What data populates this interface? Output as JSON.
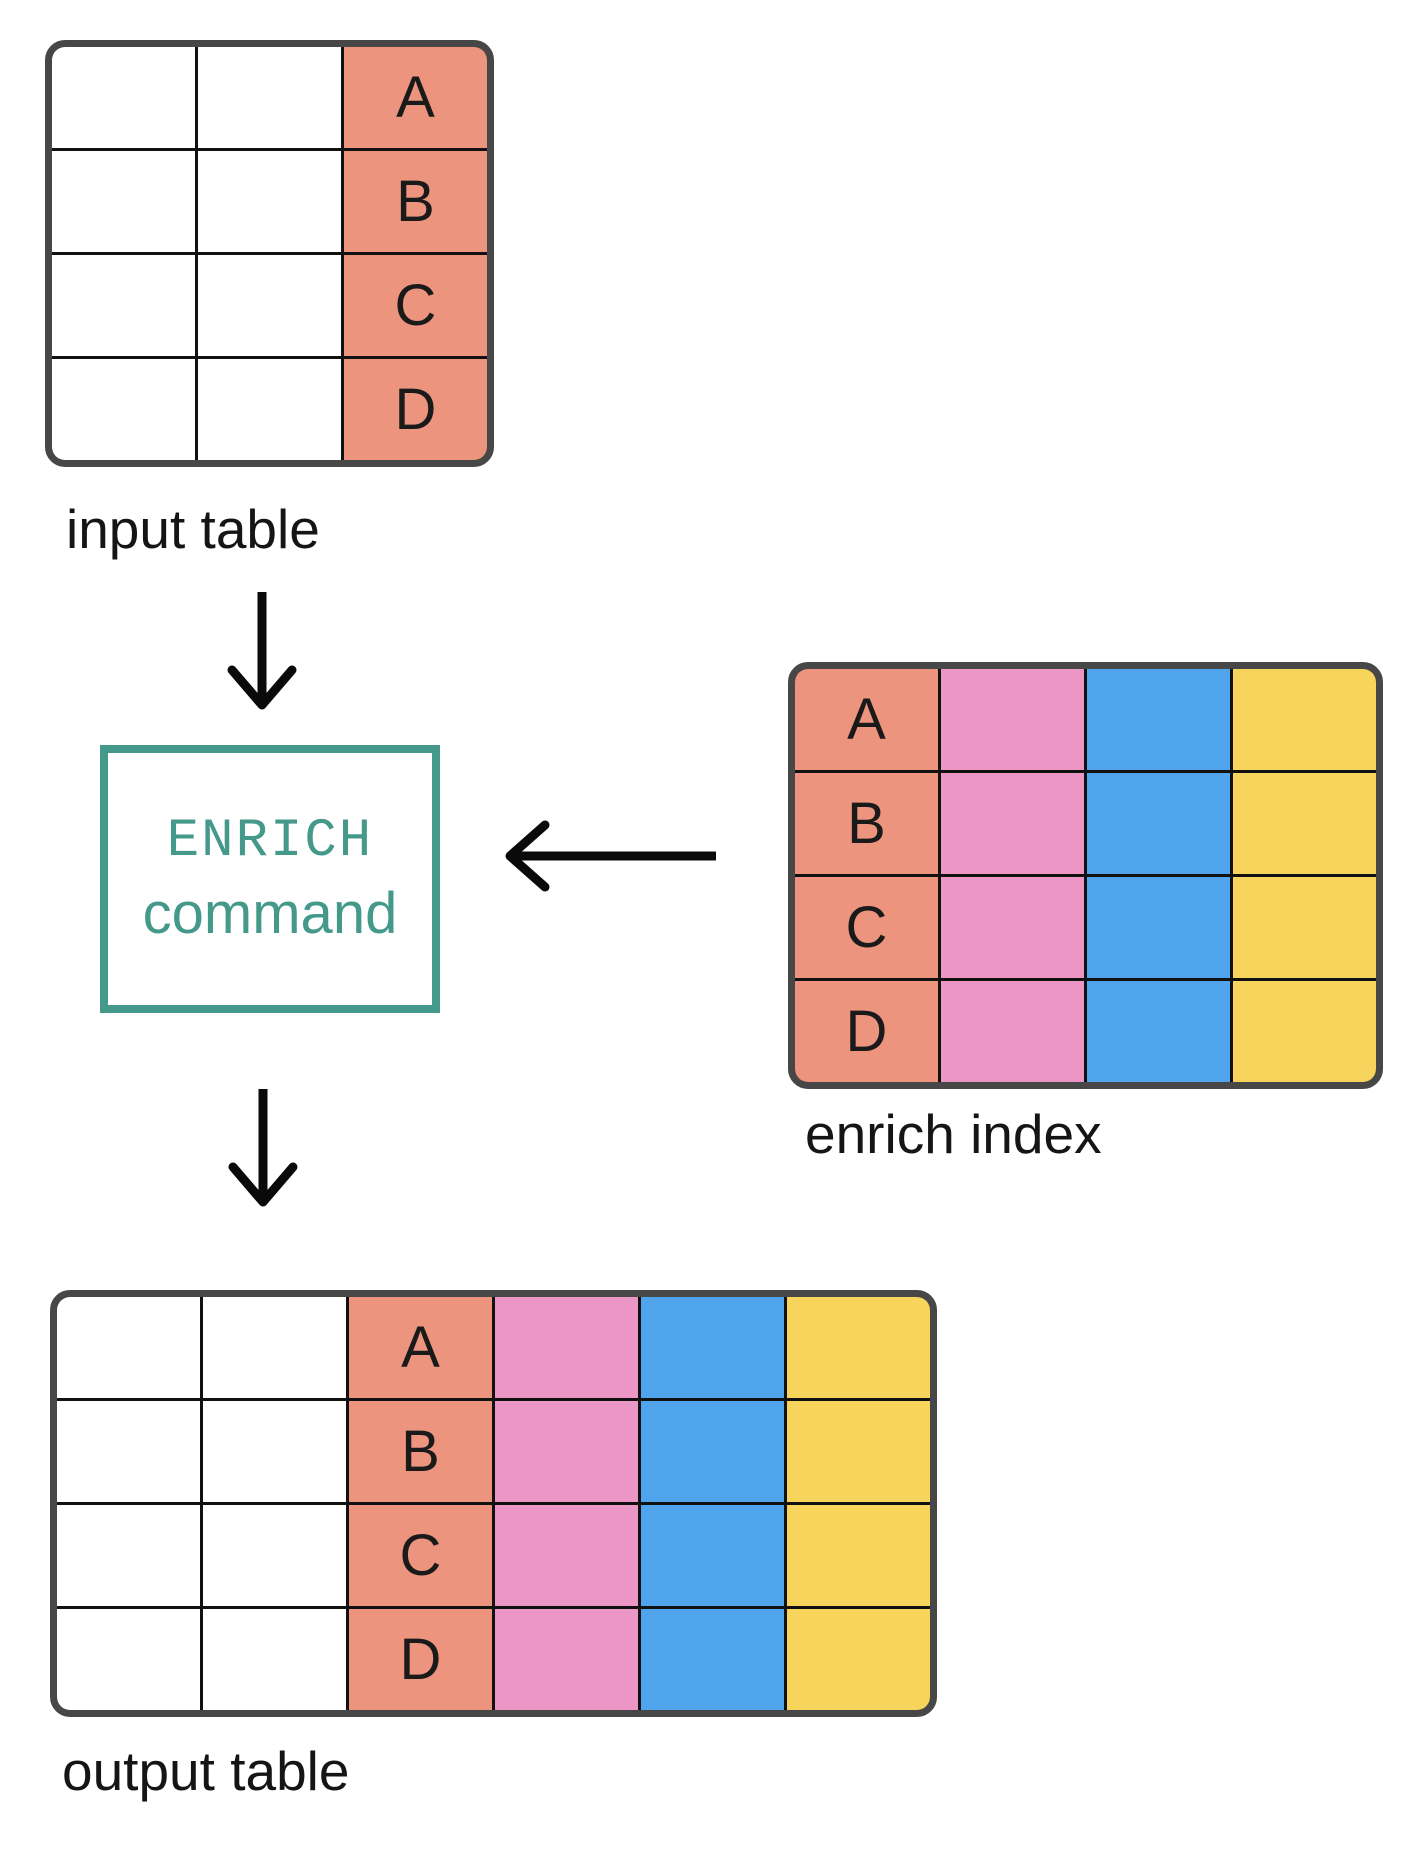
{
  "palette": {
    "salmon": "#EC947E",
    "pink": "#EC96C6",
    "blue": "#4FA4EC",
    "yellow": "#F7D45C",
    "teal": "#45998A",
    "table_border": "#474747",
    "grid_line": "#111111",
    "text": "#1A1A1A",
    "arrow": "#0A0A0A"
  },
  "input_table": {
    "label": "input table",
    "columns": [
      "blank",
      "blank",
      "key"
    ],
    "key_column": [
      "A",
      "B",
      "C",
      "D"
    ]
  },
  "enrich_index": {
    "label": "enrich index",
    "columns": [
      "key",
      "pink-field",
      "blue-field",
      "yellow-field"
    ],
    "key_column": [
      "A",
      "B",
      "C",
      "D"
    ]
  },
  "output_table": {
    "label": "output table",
    "columns": [
      "blank",
      "blank",
      "key",
      "pink-field",
      "blue-field",
      "yellow-field"
    ],
    "key_column": [
      "A",
      "B",
      "C",
      "D"
    ]
  },
  "enrich_box": {
    "line1": "ENRICH",
    "line2": "command"
  },
  "icons": {
    "arrow_input_to_command": "down-arrow",
    "arrow_command_to_output": "down-arrow",
    "arrow_index_to_command": "left-arrow"
  }
}
